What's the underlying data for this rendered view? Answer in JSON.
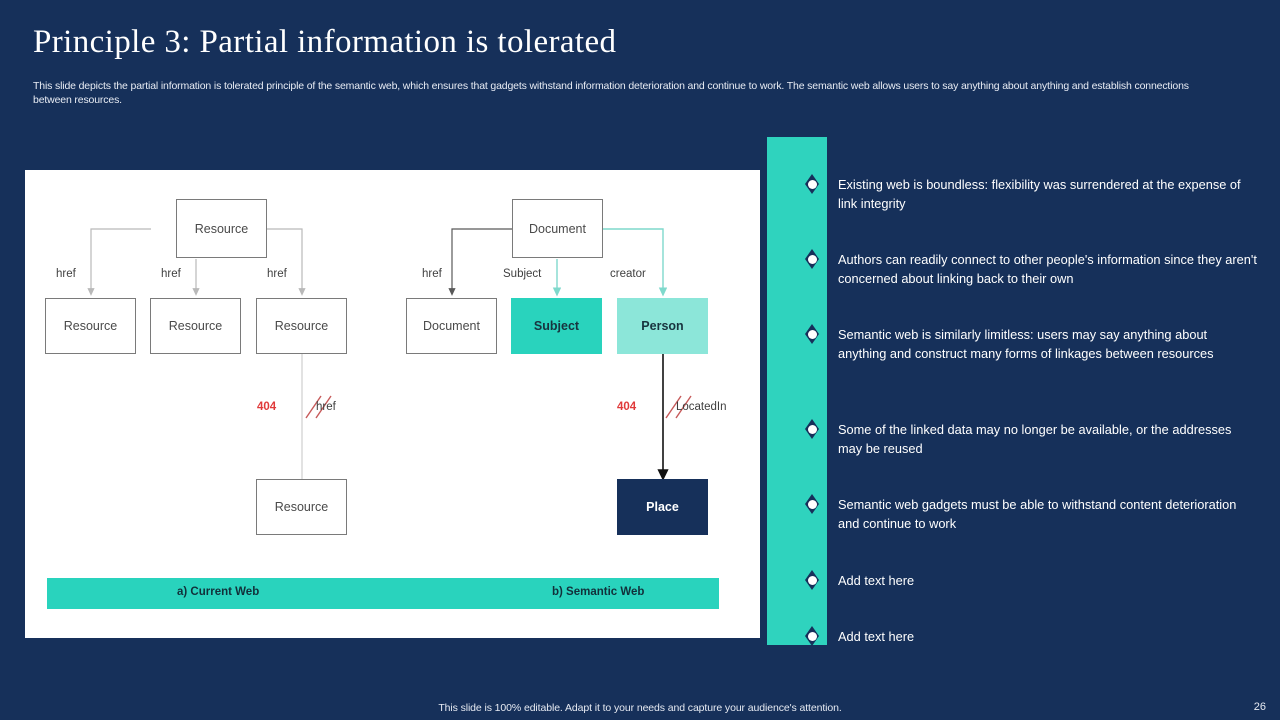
{
  "header": {
    "title": "Principle 3: Partial information is tolerated",
    "subtitle": "This slide depicts the partial information is tolerated principle of the semantic web, which ensures that gadgets withstand information deterioration and continue to work. The semantic web allows users to say anything about anything and establish connections between resources."
  },
  "diagram": {
    "current_web": {
      "root": "Resource",
      "edge_labels": [
        "href",
        "href",
        "href"
      ],
      "children": [
        "Resource",
        "Resource",
        "Resource"
      ],
      "broken_link": {
        "code": "404",
        "label": "href"
      },
      "orphan": "Resource"
    },
    "semantic_web": {
      "root": "Document",
      "edge_labels": [
        "href",
        "Subject",
        "creator"
      ],
      "children": [
        "Document",
        "Subject",
        "Person"
      ],
      "broken_link": {
        "code": "404",
        "label": "LocatedIn"
      },
      "orphan": "Place"
    },
    "captions": {
      "left": "a) Current Web",
      "right": "b) Semantic Web"
    }
  },
  "bullets": [
    {
      "text": "Existing web is boundless: flexibility was surrendered at the expense of link integrity"
    },
    {
      "text": "Authors can readily connect to other people's information since they aren't concerned about linking back to their own"
    },
    {
      "text": "Semantic web is similarly limitless: users may say anything about anything and construct many forms of linkages between resources"
    },
    {
      "text": "Some of the linked data may no longer be available, or the addresses may be reused"
    },
    {
      "text": "Semantic web gadgets must be able to withstand content deterioration and continue to work"
    },
    {
      "text": "Add text here"
    },
    {
      "text": "Add text here"
    }
  ],
  "footer": {
    "note": "This slide is 100% editable. Adapt it to your needs and capture your audience's attention.",
    "page": "26"
  },
  "colors": {
    "background": "#16305a",
    "accent": "#2fd3be",
    "accent_strong": "#29d3bd",
    "accent_light": "#8ce6d9",
    "error": "#e03a3a",
    "connector_gray": "#b9b9b9",
    "connector_dark": "#595959"
  }
}
